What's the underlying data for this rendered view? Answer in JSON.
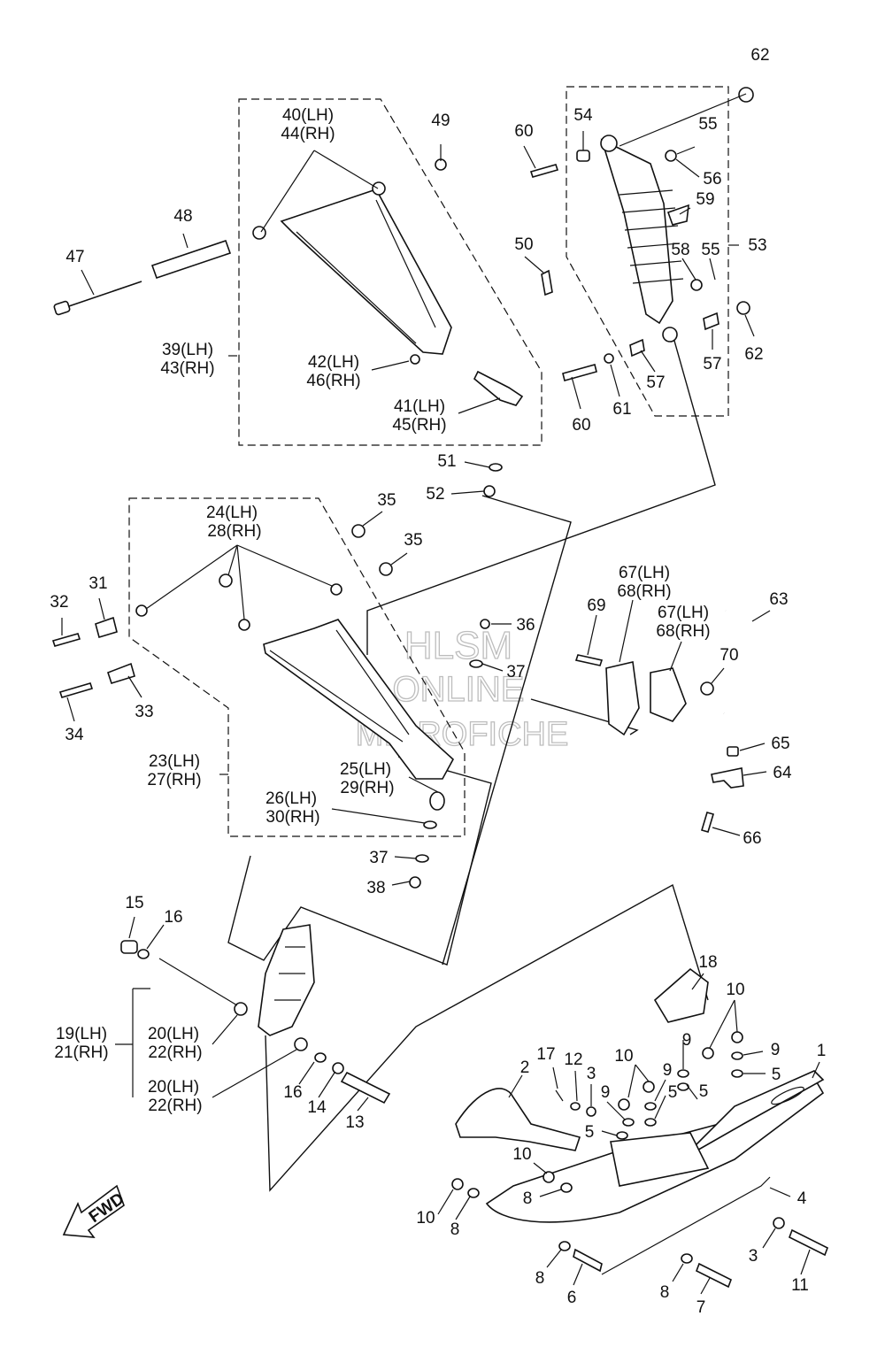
{
  "labels": {
    "p62a": "62",
    "p40": "40(LH)",
    "p44": "44(RH)",
    "p49": "49",
    "p60a": "60",
    "p54": "54",
    "p55a": "55",
    "p56": "56",
    "p59": "59",
    "p48": "48",
    "p47": "47",
    "p50": "50",
    "p58": "58",
    "p55b": "55",
    "p53": "53",
    "p39": "39(LH)",
    "p43": "43(RH)",
    "p42": "42(LH)",
    "p46": "46(RH)",
    "p62b": "62",
    "p57a": "57",
    "p57b": "57",
    "p61": "61",
    "p60b": "60",
    "p41": "41(LH)",
    "p45": "45(RH)",
    "p51": "51",
    "p52": "52",
    "p35a": "35",
    "p24": "24(LH)",
    "p28": "28(RH)",
    "p35b": "35",
    "p31": "31",
    "p32": "32",
    "p36": "36",
    "p67a": "67(LH)",
    "p68a": "68(RH)",
    "p63": "63",
    "p69": "69",
    "p67b": "67(LH)",
    "p68b": "68(RH)",
    "p70": "70",
    "p37a": "37",
    "p33": "33",
    "p34": "34",
    "p23": "23(LH)",
    "p27": "27(RH)",
    "p25": "25(LH)",
    "p29": "29(RH)",
    "p65": "65",
    "p64": "64",
    "p26": "26(LH)",
    "p30": "30(RH)",
    "p66": "66",
    "p37b": "37",
    "p38": "38",
    "p15": "15",
    "p16a": "16",
    "p18": "18",
    "p10a": "10",
    "p19": "19(LH)",
    "p21": "21(RH)",
    "p20a": "20(LH)",
    "p22a": "22(RH)",
    "p9a": "9",
    "p1": "1",
    "p17": "17",
    "p12": "12",
    "p10b": "10",
    "p9b": "9",
    "p2": "2",
    "p3a": "3",
    "p5a": "5",
    "p9c": "9",
    "p5b": "5",
    "p16b": "16",
    "p14": "14",
    "p20b": "20(LH)",
    "p22b": "22(RH)",
    "p9d": "9",
    "p5c": "5",
    "p13": "13",
    "p5d": "5",
    "p10c": "10",
    "p8a": "8",
    "p4": "4",
    "p10d": "10",
    "p8b": "8",
    "p3b": "3",
    "p11": "11",
    "p8c": "8",
    "p6": "6",
    "p8d": "8",
    "p7": "7"
  },
  "fwd_label": "FWD",
  "watermark": [
    "HLSM",
    "ONLINE",
    "MICROFICHE"
  ]
}
